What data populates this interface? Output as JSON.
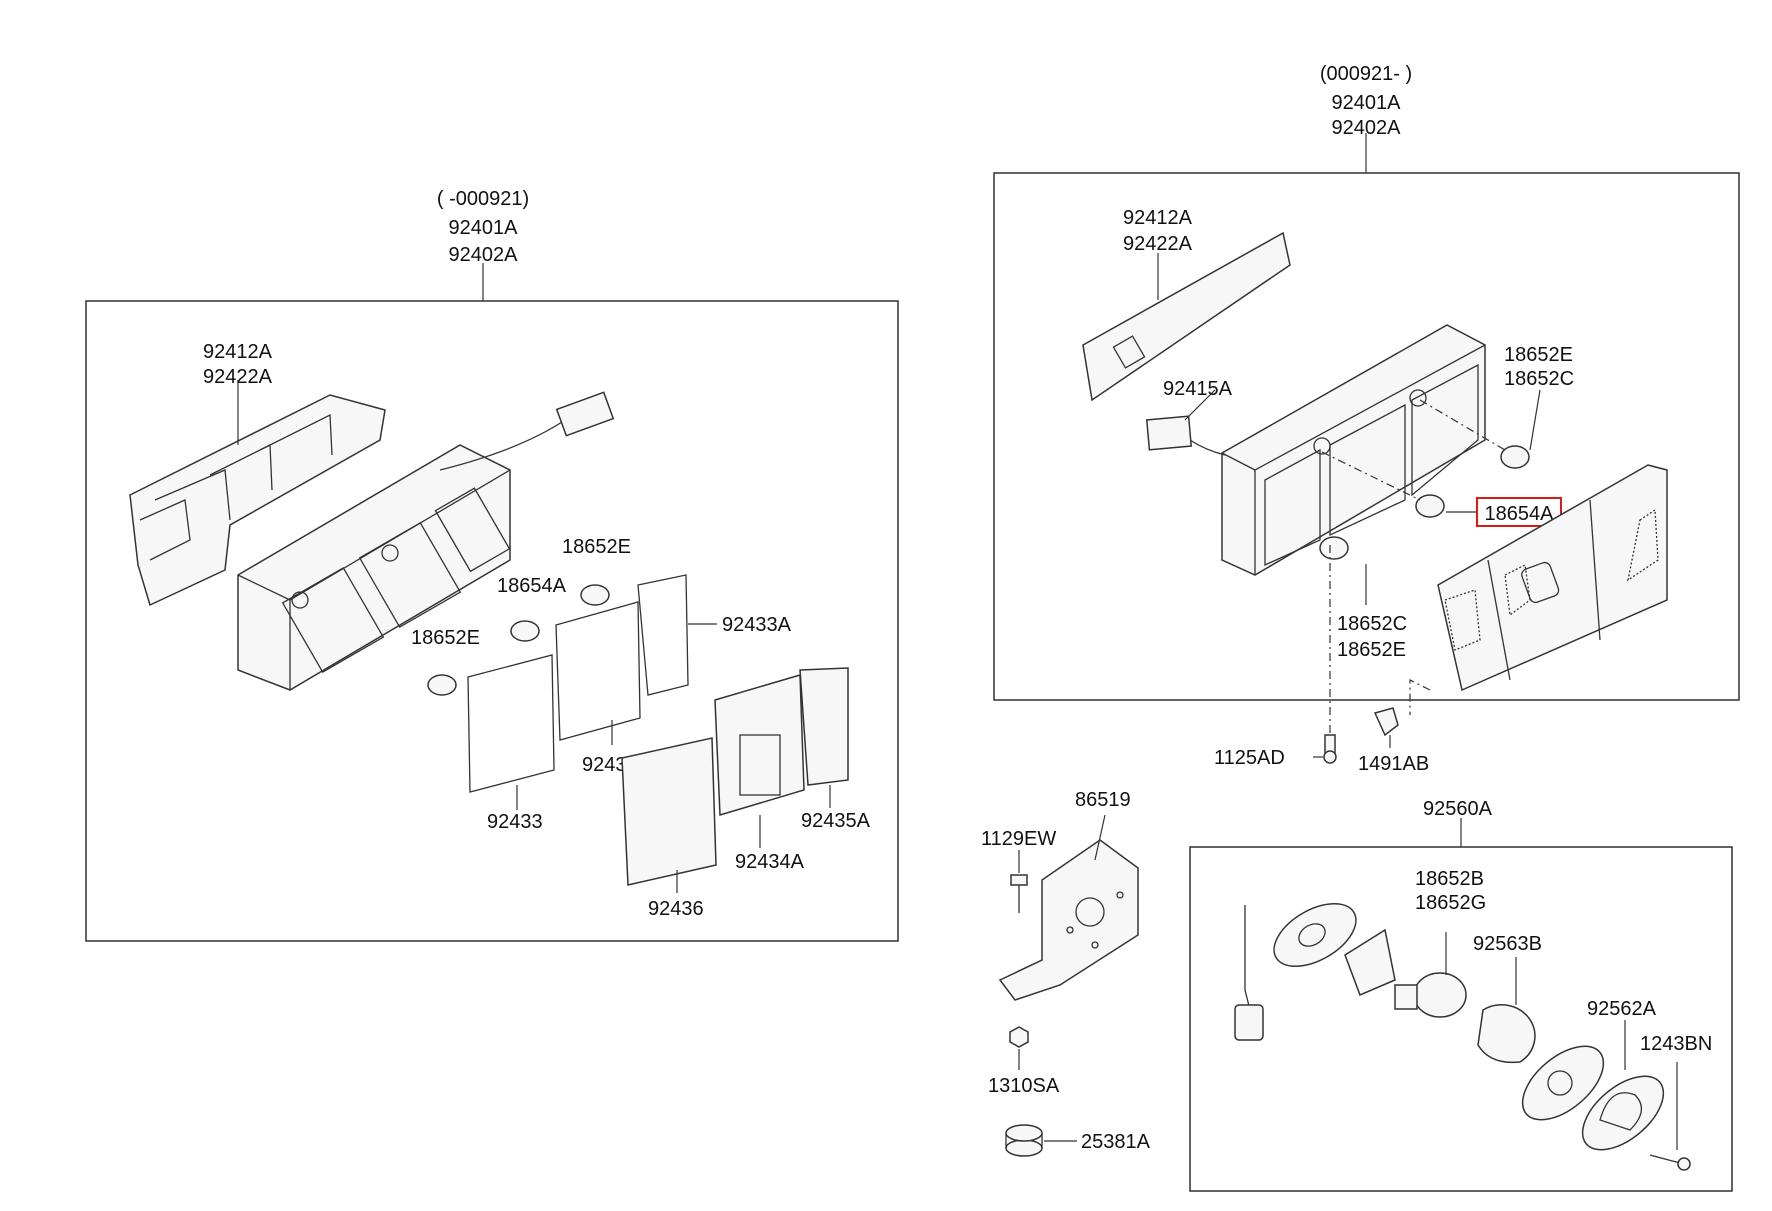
{
  "left_assembly": {
    "range": "( -000921)",
    "part_a": "92401A",
    "part_b": "92402A",
    "housing_a": "92412A",
    "housing_b": "92422A",
    "bulb_e_top": "18652E",
    "bulb_a": "18654A",
    "bulb_e_mid": "18652E",
    "gasket_a": "92433A",
    "gasket_mid": "92433",
    "gasket_low": "92433",
    "lens_435": "92435A",
    "lens_434": "92434A",
    "lens_436": "92436"
  },
  "right_assembly": {
    "range": "(000921- )",
    "part_a": "92401A",
    "part_b": "92402A",
    "housing_a": "92412A",
    "housing_b": "92422A",
    "socket": "92415A",
    "bulb_e_top": "18652E",
    "bulb_c_top": "18652C",
    "bulb_highlight": "18654A",
    "bulb_c_low": "18652C",
    "bulb_e_low": "18652E",
    "screw": "1125AD",
    "clip": "1491AB"
  },
  "bracket_group": {
    "bracket": "86519",
    "bolt": "1129EW",
    "nut": "1310SA",
    "spacer": "25381A"
  },
  "plate_lamp_group": {
    "assembly": "92560A",
    "bulb_b": "18652B",
    "bulb_g": "18652G",
    "lens": "92563B",
    "cover": "92562A",
    "screw": "1243BN"
  },
  "highlight_color": "#e01818"
}
